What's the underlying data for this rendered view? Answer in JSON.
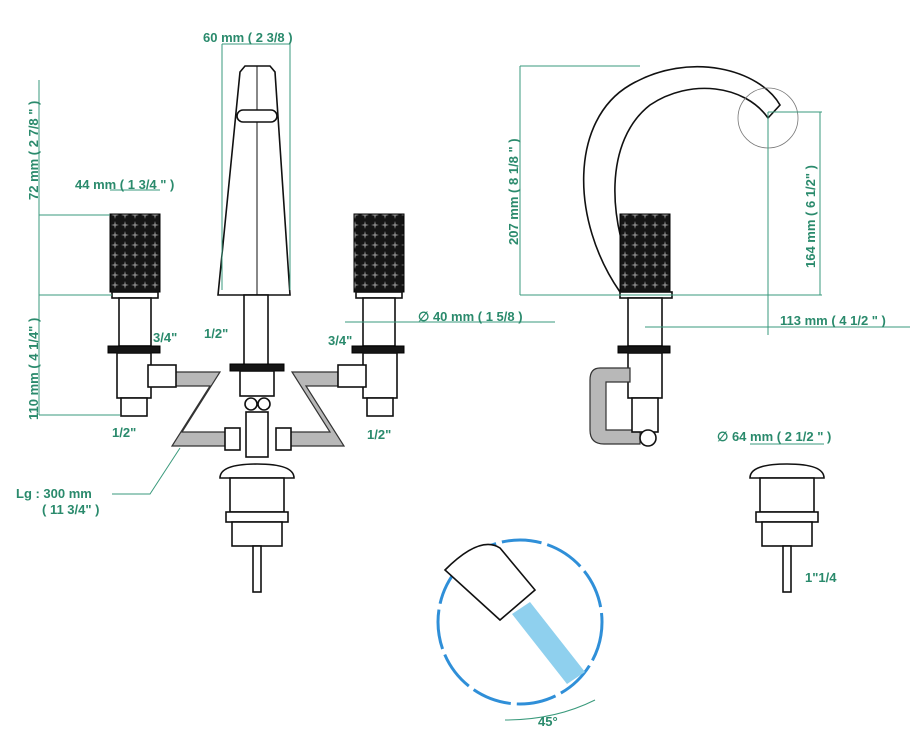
{
  "front_view": {
    "spout_width": "60 mm ( 2 3/8 )",
    "handle_height": "72 mm ( 2 7/8 \" )",
    "handle_width": "44 mm ( 1 3/4 \" )",
    "body_height": "110 mm ( 4 1/4\" )",
    "left_outlet": "3/4\"",
    "center_inlet": "1/2\"",
    "right_outlet": "3/4\"",
    "left_inlet": "1/2\"",
    "right_inlet": "1/2\"",
    "hole_diameter": "40 mm ( 1 5/8 )",
    "hose_length_line1": "Lg : 300 mm",
    "hose_length_line2": "( 11 3/4\" )"
  },
  "side_view": {
    "total_height": "207 mm ( 8 1/8 \" )",
    "spout_height": "164 mm ( 6 1/2\" )",
    "spout_reach": "113 mm ( 4 1/2 \" )"
  },
  "drain": {
    "diameter": "64 mm ( 2 1/2 \" )",
    "thread": "1\"1/4"
  },
  "detail": {
    "angle": "45°"
  },
  "symbols": {
    "diameter": "∅"
  },
  "colors": {
    "dimension": "#2a8a6c",
    "detail_circle": "#2f8fd8",
    "water": "#8fd0ee"
  }
}
